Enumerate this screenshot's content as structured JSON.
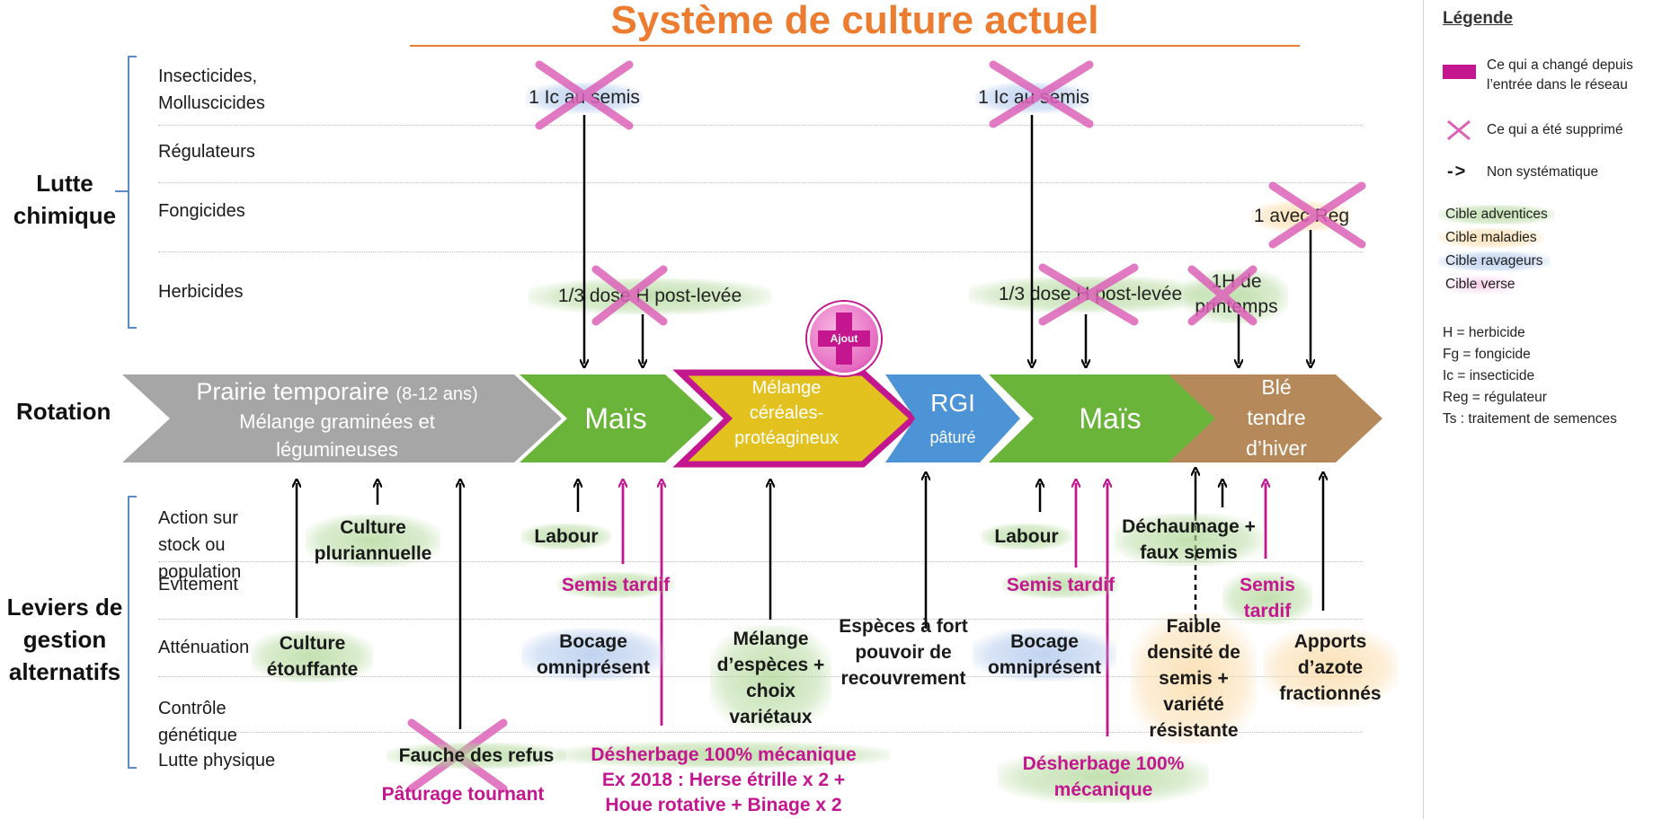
{
  "title": "Système de culture actuel",
  "lutte_chimique": {
    "group_label": "Lutte chimique",
    "categories": [
      "Insecticides, Molluscicides",
      "Régulateurs",
      "Fongicides",
      "Herbicides"
    ],
    "items": {
      "ic_mais1": "1 Ic au semis",
      "ic_mais2": "1 Ic au semis",
      "reg_ble": "1 avec Reg",
      "herb_mais1": "1/3 dose H post-levée",
      "herb_mais2": "1/3 dose H post-levée",
      "herb_ble": "1H de printemps"
    }
  },
  "rotation": {
    "label": "Rotation",
    "crops": {
      "prairie_line1": "Prairie temporaire",
      "prairie_years": "(8-12 ans)",
      "prairie_line2": "Mélange graminées et",
      "prairie_line3": "légumineuses",
      "mais1": "Maïs",
      "melange_1": "Mélange",
      "melange_2": "céréales-",
      "melange_3": "protéagineux",
      "rgi": "RGI",
      "rgi_sub": "pâturé",
      "mais2": "Maïs",
      "ble_1": "Blé",
      "ble_2": "tendre",
      "ble_3": "d’hiver"
    },
    "ajout_badge": "Ajout"
  },
  "leviers": {
    "group_label": "Leviers de gestion alternatifs",
    "categories": [
      "Action sur stock ou population",
      "Evitement",
      "Atténuation",
      "Contrôle génétique",
      "Lutte physique"
    ],
    "items": {
      "culture_pluri": "Culture pluriannuelle",
      "culture_etouffante": "Culture étouffante",
      "fauche": "Fauche des refus",
      "paturage": "Pâturage tournant",
      "labour1": "Labour",
      "semis_tardif1": "Semis tardif",
      "bocage1": "Bocage omniprésent",
      "desherbage1_l1": "Désherbage 100% mécanique",
      "desherbage1_l2": "Ex 2018 : Herse étrille x 2 +",
      "desherbage1_l3": "Houe rotative + Binage x 2",
      "melange_especes": "Mélange d’espèces + choix variétaux",
      "especes_fort": "Espèces à fort pouvoir de recouvrement",
      "labour2": "Labour",
      "semis_tardif2": "Semis tardif",
      "bocage2": "Bocage omniprésent",
      "desherbage2": "Désherbage 100% mécanique",
      "dechaumage": "Déchaumage + faux semis",
      "semis_tardif3": "Semis tardif",
      "faible_densite": "Faible densité de semis + variété résistante",
      "apports_azote": "Apports d’azote fractionnés"
    }
  },
  "legend": {
    "title": "Légende",
    "changed": "Ce qui a changé depuis l’entrée dans le réseau",
    "removed": "Ce qui a été supprimé",
    "non_systematic": "Non systématique",
    "arrow_symbol": "->",
    "targets": [
      "Cible adventices",
      "Cible maladies",
      "Cible ravageurs",
      "Cible verse"
    ],
    "abbreviations": [
      "H = herbicide",
      "Fg = fongicide",
      "Ic = insecticide",
      "Reg = régulateur",
      "Ts : traitement de semences"
    ]
  },
  "colors": {
    "title": "#ec7c30",
    "magenta": "#c4168f",
    "prairie": "#a6a6a6",
    "mais": "#6ab43a",
    "melange": "#e3c21f",
    "rgi": "#4d94d6",
    "ble": "#b5895a"
  }
}
